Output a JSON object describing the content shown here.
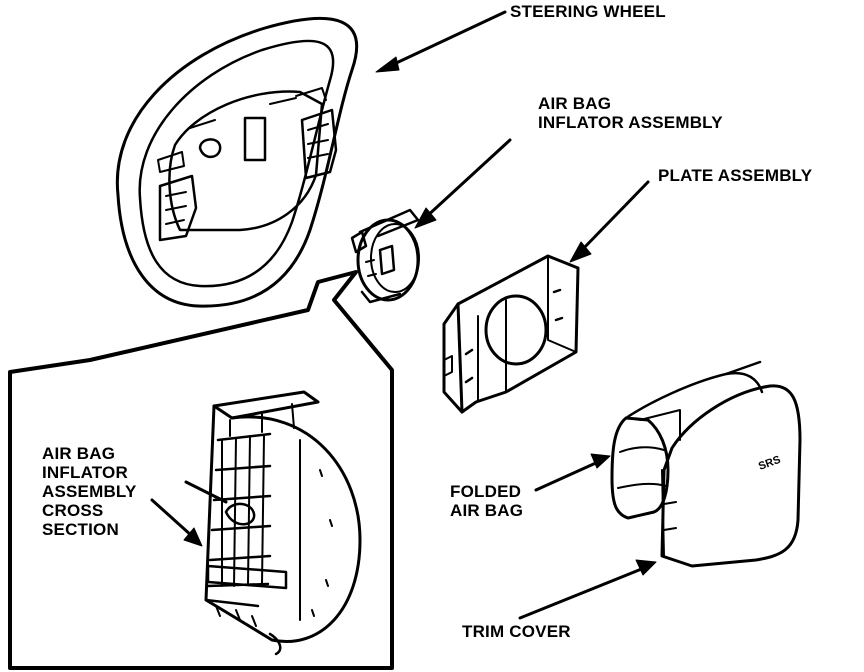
{
  "labels": {
    "steering_wheel": "STEERING WHEEL",
    "inflator": [
      "AIR BAG",
      "INFLATOR ASSEMBLY"
    ],
    "plate": "PLATE ASSEMBLY",
    "cross_section": [
      "AIR BAG",
      "INFLATOR",
      "ASSEMBLY",
      "CROSS",
      "SECTION"
    ],
    "folded_bag": [
      "FOLDED",
      "AIR BAG"
    ],
    "trim_cover": "TRIM COVER",
    "srs_mark": "SRS"
  },
  "colors": {
    "ink": "#000000",
    "paper": "#ffffff"
  }
}
